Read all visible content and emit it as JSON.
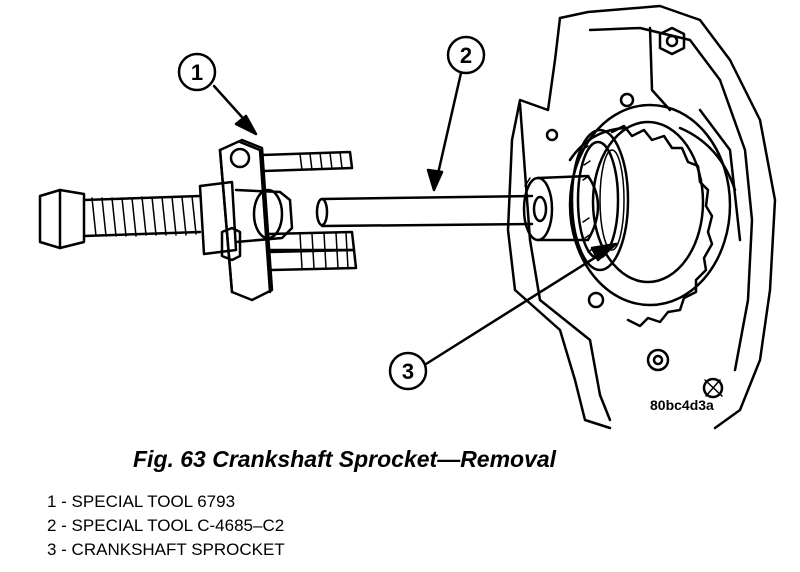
{
  "figure": {
    "caption": "Fig. 63 Crankshaft Sprocket—Removal",
    "image_code": "80bc4d3a"
  },
  "callouts": [
    {
      "number": "1"
    },
    {
      "number": "2"
    },
    {
      "number": "3"
    }
  ],
  "legend": [
    "1 - SPECIAL TOOL 6793",
    "2 - SPECIAL TOOL C-4685–C2",
    "3 - CRANKSHAFT SPROCKET"
  ]
}
